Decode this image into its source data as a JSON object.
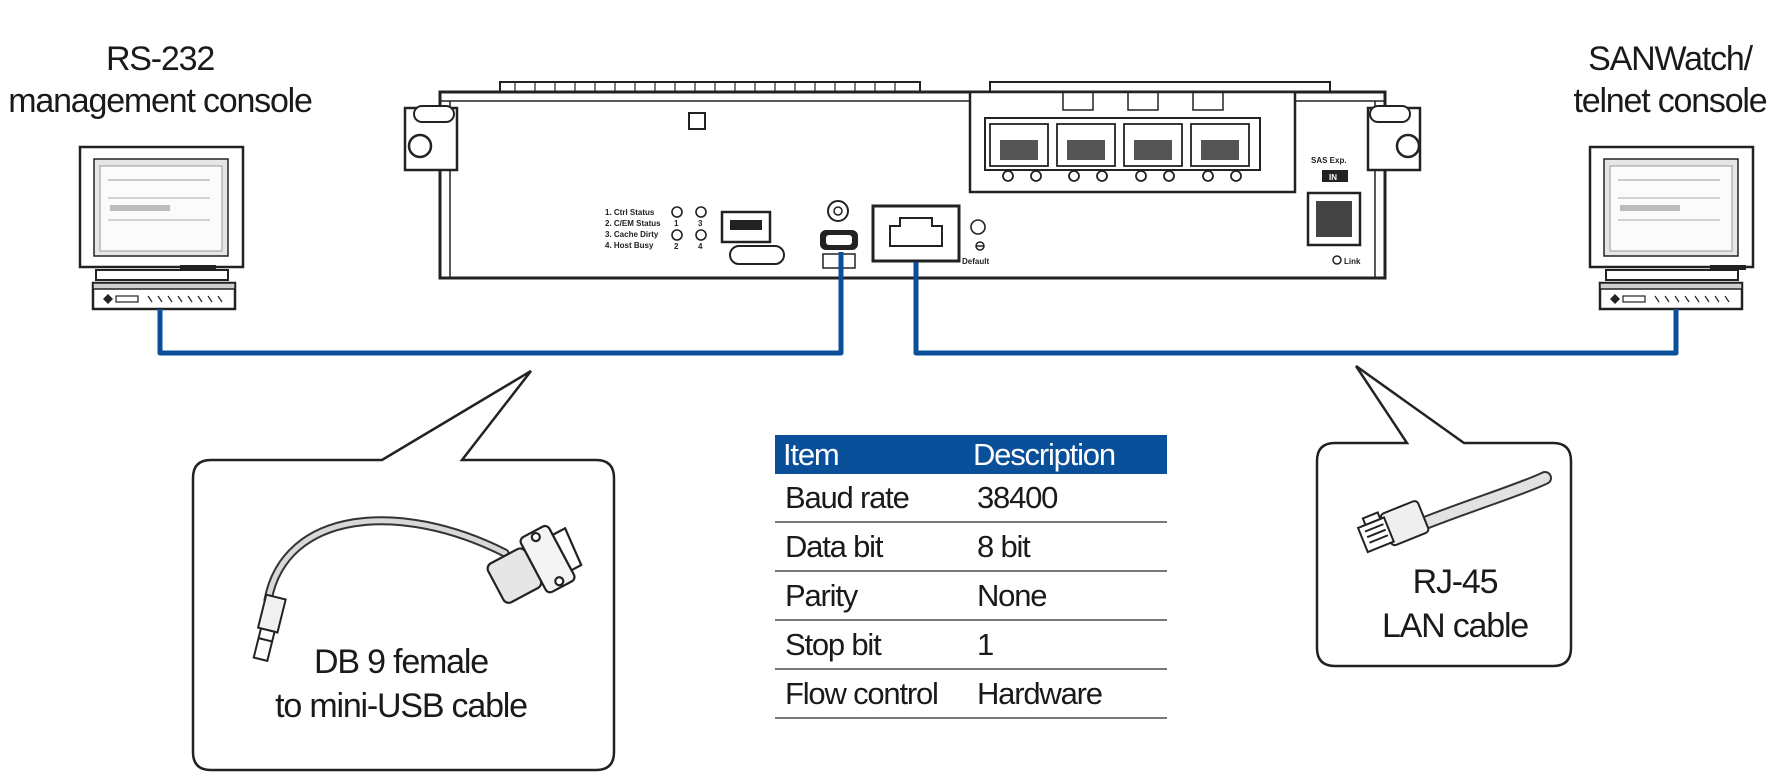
{
  "labels": {
    "rs232": [
      "RS-232",
      "management console"
    ],
    "sanwatch": [
      "SANWatch/",
      "telnet console"
    ],
    "usb_cable": [
      "DB 9 female",
      "to mini-USB cable"
    ],
    "lan_cable": [
      "RJ-45",
      "LAN cable"
    ]
  },
  "table": {
    "headers": [
      "Item",
      "Description"
    ],
    "rows": [
      [
        "Baud rate",
        "38400"
      ],
      [
        "Data bit",
        "8 bit"
      ],
      [
        "Parity",
        "None"
      ],
      [
        "Stop bit",
        "1"
      ],
      [
        "Flow control",
        "Hardware"
      ]
    ]
  },
  "panel_labels": {
    "led_legend": [
      "1. Ctrl Status",
      "2. C/EM Status",
      "3. Cache Dirty",
      "4. Host Busy"
    ],
    "led_numbers": [
      "1",
      "3",
      "2",
      "4"
    ],
    "default": "Default",
    "sas_exp": "SAS Exp.",
    "in": "IN",
    "link": "Link"
  },
  "colors": {
    "cable": "#0a4f9a",
    "header_bg": "#0a4f9a",
    "outline": "#222222"
  },
  "icons": [
    "monitor-icon",
    "keyboard-icon",
    "usb-cable-icon",
    "rj45-cable-icon"
  ]
}
